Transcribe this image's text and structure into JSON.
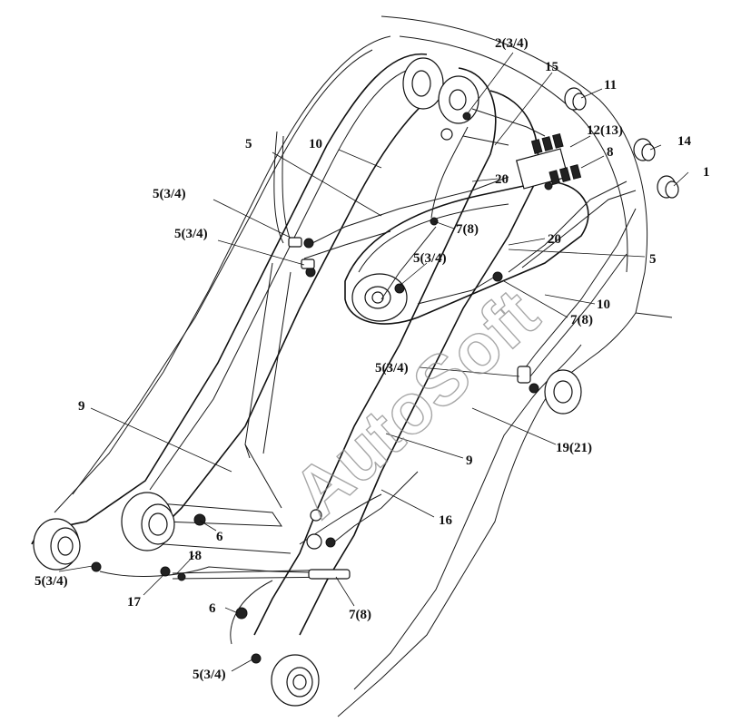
{
  "watermark": "AutoSoft",
  "callouts": {
    "c_2_34": "2(3/4)",
    "c_15": "15",
    "c_11": "11",
    "c_12_13": "12(13)",
    "c_14": "14",
    "c_8": "8",
    "c_1": "1",
    "c_5_top": "5",
    "c_10_top": "10",
    "c_20_a": "20",
    "c_5_34_a": "5(3/4)",
    "c_5_34_b": "5(3/4)",
    "c_7_8_a": "7(8)",
    "c_20_b": "20",
    "c_5_34_c": "5(3/4)",
    "c_5_right": "5",
    "c_10_right": "10",
    "c_7_8_b": "7(8)",
    "c_5_34_d": "5(3/4)",
    "c_9_left": "9",
    "c_19_21": "19(21)",
    "c_9_mid": "9",
    "c_16": "16",
    "c_6_a": "6",
    "c_18": "18",
    "c_5_34_e": "5(3/4)",
    "c_17": "17",
    "c_6_b": "6",
    "c_7_8_c": "7(8)",
    "c_5_34_f": "5(3/4)"
  },
  "colors": {
    "line": "#111111",
    "watermark": "#8a8a8a",
    "background": "#ffffff"
  }
}
